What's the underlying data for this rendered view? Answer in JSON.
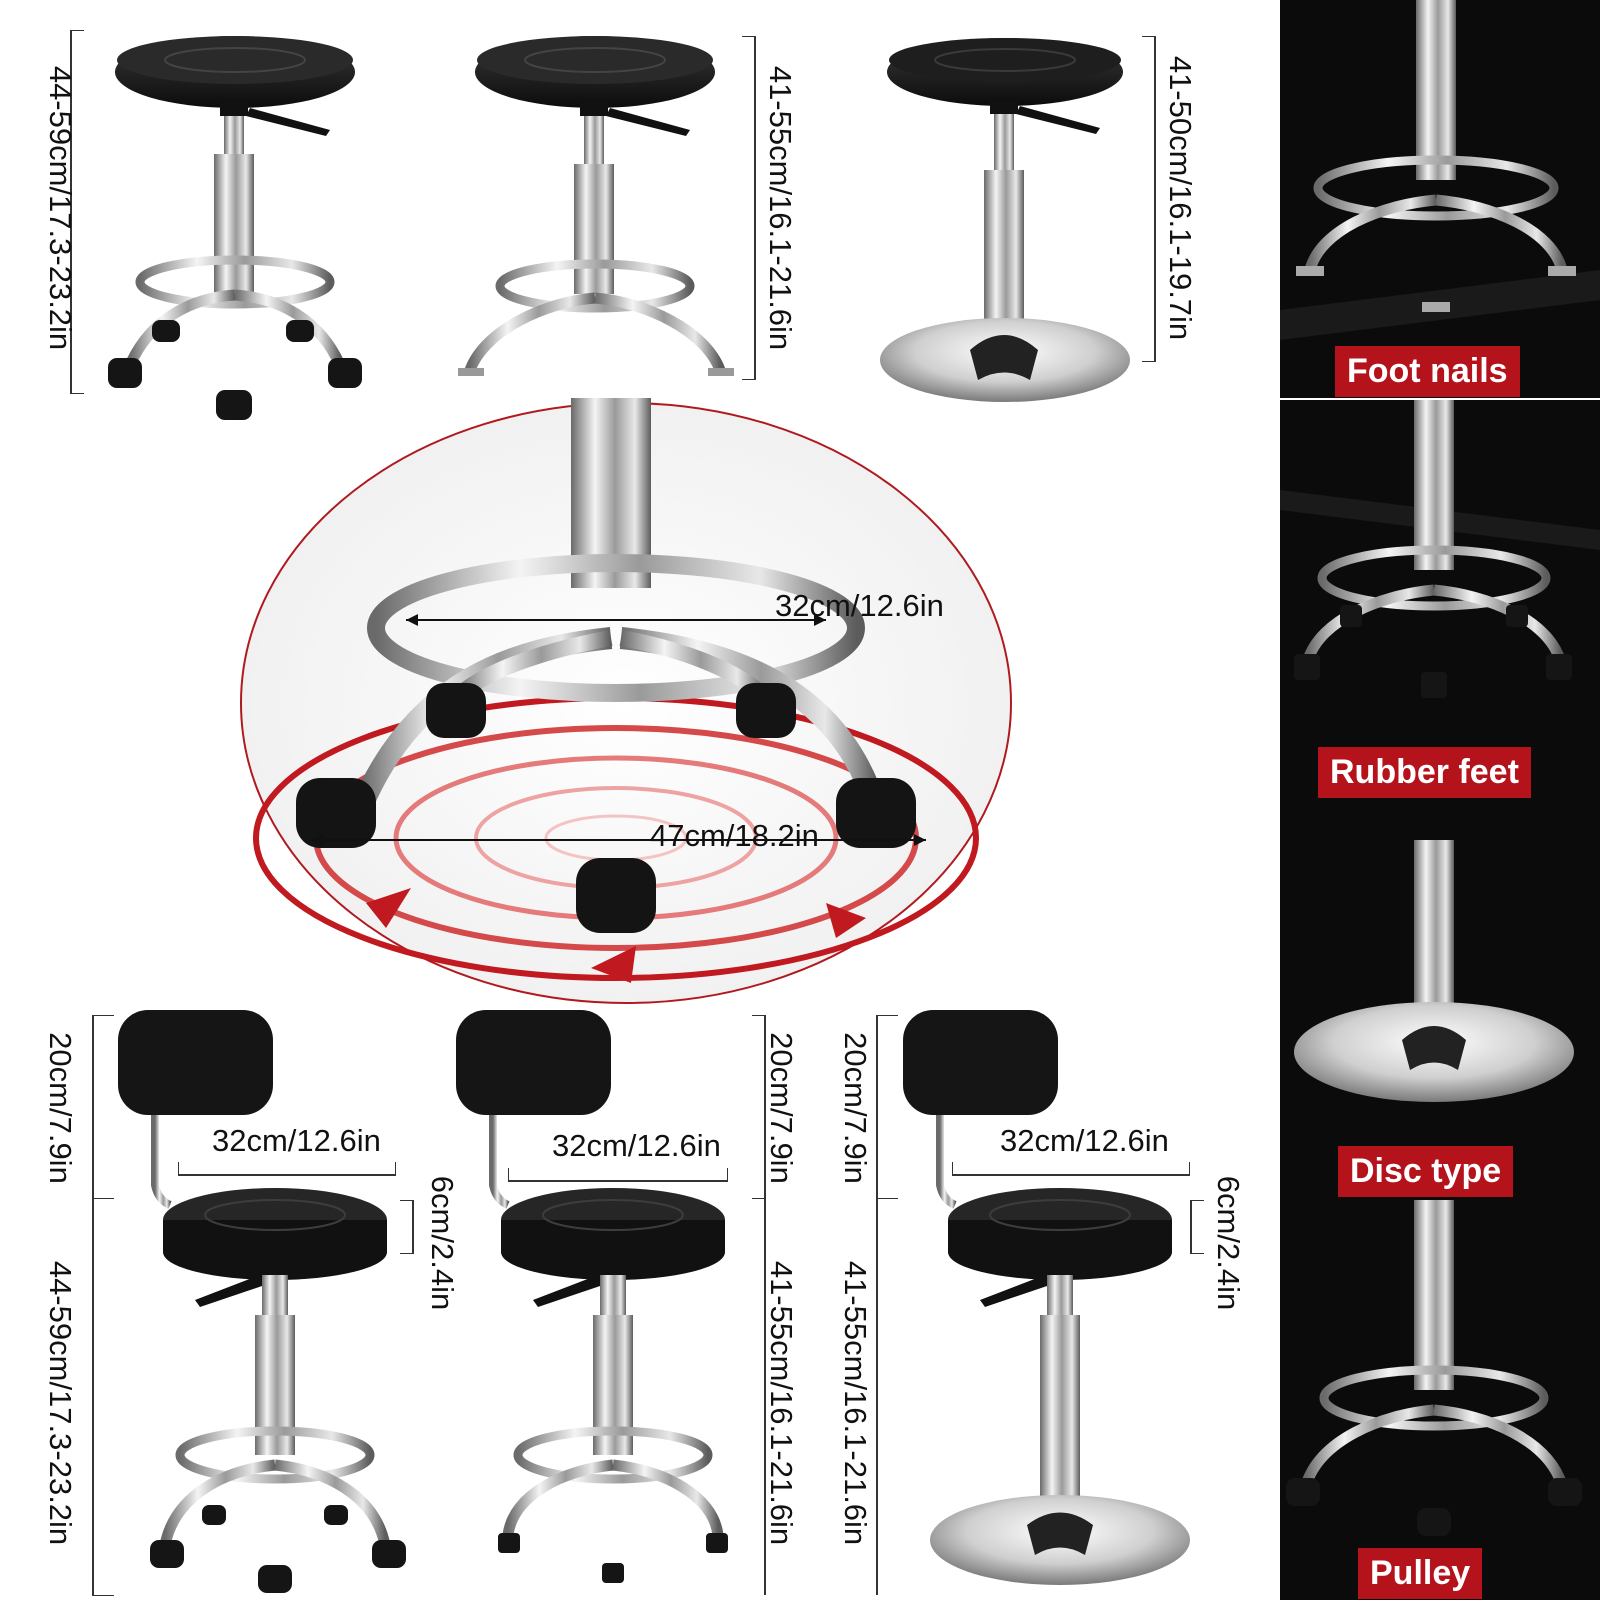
{
  "stools_top": [
    {
      "height": "44-59cm/17.3-23.2in",
      "base": "casters"
    },
    {
      "height": "41-55cm/16.1-21.6in",
      "base": "foot-nails"
    },
    {
      "height": "41-50cm/16.1-19.7in",
      "base": "disc"
    }
  ],
  "detail": {
    "ring_width": "32cm/12.6in",
    "base_width": "47cm/18.2in"
  },
  "stools_bottom": [
    {
      "backrest": "20cm/7.9in",
      "height": "44-59cm/17.3-23.2in",
      "seat_width": "32cm/12.6in",
      "seat_thickness": "6cm/2.4in",
      "base": "casters"
    },
    {
      "backrest": "20cm/7.9in",
      "height": "41-55cm/16.1-21.6in",
      "seat_width": "32cm/12.6in",
      "base": "rubber-feet"
    },
    {
      "backrest": "20cm/7.9in",
      "height": "41-55cm/16.1-21.6in",
      "seat_width": "32cm/12.6in",
      "seat_thickness": "6cm/2.4in",
      "base": "disc"
    }
  ],
  "side_panels": [
    {
      "label": "Foot nails"
    },
    {
      "label": "Rubber feet"
    },
    {
      "label": "Disc type"
    },
    {
      "label": "Pulley"
    }
  ],
  "colors": {
    "accent_red": "#b5131b",
    "circle_red": "#c0191f",
    "seat": "#111111",
    "chrome": "#c8c8c8"
  }
}
